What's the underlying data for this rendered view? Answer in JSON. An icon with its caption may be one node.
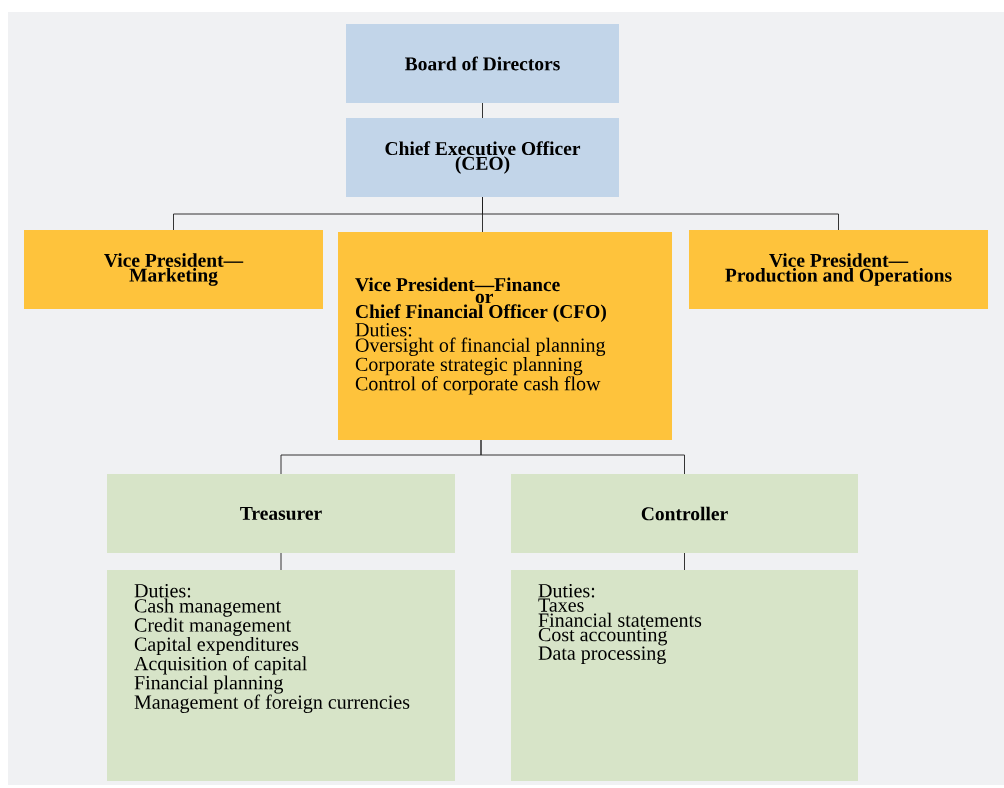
{
  "diagram": {
    "nodes": [
      {
        "text": [
          "Board of Directors"
        ]
      },
      {
        "text": [
          "Chief Executive Officer (CEO)"
        ]
      },
      {
        "text": [
          "Vice President—",
          "Marketing"
        ]
      },
      {
        "text": [
          "Vice President—Finance",
          "or",
          "Chief Financial Officer (CFO)",
          "Duties:",
          "Oversight of financial planning",
          "Corporate strategic planning",
          "Control of corporate cash flow"
        ]
      },
      {
        "text": [
          "Vice President—",
          "Production and Operations"
        ]
      },
      {
        "text": [
          "Treasurer"
        ]
      },
      {
        "text": [
          "Controller"
        ]
      },
      {
        "text": [
          "Duties:",
          "Cash management",
          "Credit management",
          "Capital expenditures",
          "Acquisition of capital",
          "Financial planning",
          "Management of foreign currencies"
        ]
      },
      {
        "text": [
          "Duties:",
          "Taxes",
          "Financial statements",
          "Cost accounting",
          "Data processing"
        ]
      }
    ],
    "edges": [
      {
        "from": 0,
        "to": 1,
        "arrow": "none"
      },
      {
        "from": 1,
        "to": 2,
        "arrow": "none"
      },
      {
        "from": 1,
        "to": 3,
        "arrow": "none"
      },
      {
        "from": 1,
        "to": 4,
        "arrow": "none"
      },
      {
        "from": 3,
        "to": 5,
        "arrow": "none"
      },
      {
        "from": 3,
        "to": 6,
        "arrow": "none"
      },
      {
        "from": 5,
        "to": 7,
        "arrow": "none"
      },
      {
        "from": 6,
        "to": 8,
        "arrow": "none"
      }
    ]
  }
}
